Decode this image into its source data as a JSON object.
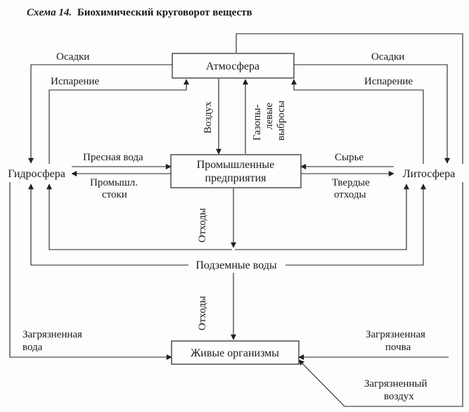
{
  "title": {
    "prefix": "Схема 14.",
    "text": "Биохимический круговорот веществ"
  },
  "nodes": {
    "atmosphere": "Атмосфера",
    "industry_line1": "Промышленные",
    "industry_line2": "предприятия",
    "hydrosphere": "Гидросфера",
    "lithosphere": "Литосфера",
    "groundwater": "Подземные воды",
    "organisms": "Живые организмы"
  },
  "labels": {
    "precip_left": "Осадки",
    "precip_right": "Осадки",
    "evap_left": "Испарение",
    "evap_right": "Испарение",
    "air": "Воздух",
    "gas_line1": "Газопы-",
    "gas_line2": "левые",
    "gas_line3": "выбросы",
    "fresh_water": "Пресная вода",
    "waste_water_line1": "Промышл.",
    "waste_water_line2": "стоки",
    "raw": "Сырье",
    "solid_line1": "Твердые",
    "solid_line2": "отходы",
    "waste_upper": "Отходы",
    "waste_lower": "Отходы",
    "polluted_water_line1": "Загрязненная",
    "polluted_water_line2": "вода",
    "polluted_soil_line1": "Загрязненная",
    "polluted_soil_line2": "почва",
    "polluted_air_line1": "Загрязненный",
    "polluted_air_line2": "воздух"
  }
}
